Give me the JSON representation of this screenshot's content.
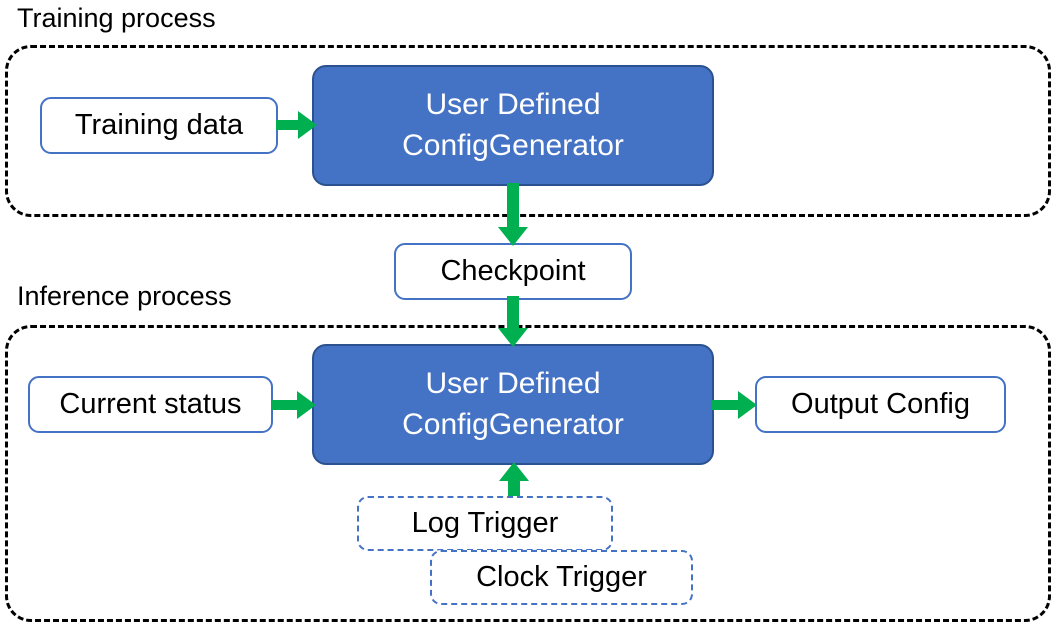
{
  "diagram": {
    "title_training": "Training process",
    "title_inference": "Inference process",
    "sections": [
      {
        "name": "training-process",
        "label": "Training process"
      },
      {
        "name": "inference-process",
        "label": "Inference process"
      }
    ],
    "nodes": {
      "training_data": "Training data",
      "training_generator_line1": "User Defined",
      "training_generator_line2": "ConfigGenerator",
      "checkpoint": "Checkpoint",
      "current_status": "Current status",
      "inference_generator_line1": "User Defined",
      "inference_generator_line2": "ConfigGenerator",
      "output_config": "Output Config",
      "log_trigger": "Log Trigger",
      "clock_trigger": "Clock Trigger"
    },
    "edges": [
      {
        "from": "Training data",
        "to": "User Defined ConfigGenerator",
        "direction": "right"
      },
      {
        "from": "User Defined ConfigGenerator",
        "to": "Checkpoint",
        "direction": "down"
      },
      {
        "from": "Checkpoint",
        "to": "User Defined ConfigGenerator",
        "direction": "down"
      },
      {
        "from": "Current status",
        "to": "User Defined ConfigGenerator",
        "direction": "right"
      },
      {
        "from": "User Defined ConfigGenerator",
        "to": "Output Config",
        "direction": "right"
      },
      {
        "from": "Log Trigger / Clock Trigger",
        "to": "User Defined ConfigGenerator",
        "direction": "up"
      }
    ],
    "colors": {
      "process_fill": "#4472C4",
      "process_border": "#2B528F",
      "box_border": "#4472C4",
      "arrow": "#00B050",
      "container_border": "#000000",
      "text_dark": "#000000",
      "text_light": "#FFFFFF",
      "background": "#FFFFFF"
    }
  }
}
